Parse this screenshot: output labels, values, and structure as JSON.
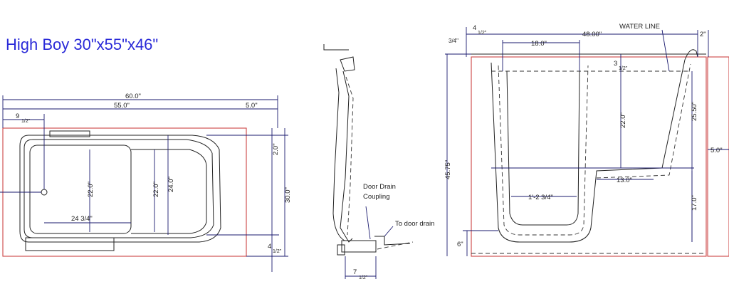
{
  "title": "High Boy 30\"x55\"x46\"",
  "plan_view": {
    "dims": {
      "overall_length": "60.0\"",
      "inner_length": "55.0\"",
      "drain_offset_whole": "9",
      "drain_offset_frac": "1/2\"",
      "end_deck": "5.0\"",
      "top_rim": "2.0\"",
      "depth_total": "30.0\"",
      "seat_width": "22.0\"",
      "basin_width": "22.0\"",
      "inner_width": "24.0\"",
      "seat_length": "24 3/4\"",
      "bottom_rim_whole": "4",
      "bottom_rim_frac": "1/2\""
    }
  },
  "side_view": {
    "labels": {
      "door_drain": "Door Drain",
      "coupling": "Coupling",
      "to_door_drain": "To door drain"
    },
    "dims": {
      "width_whole": "7",
      "width_frac": "1/2\""
    }
  },
  "elevation_view": {
    "labels": {
      "water_line": "WATER LINE"
    },
    "dims": {
      "left_margin_whole": "4",
      "left_margin_frac": "1/2\"",
      "left_small": "3/4\"",
      "overall_length": "48.00\"",
      "right_margin": "2\"",
      "door_opening": "18.0\"",
      "waterline_drop_whole": "3",
      "waterline_drop_frac": "1/2\"",
      "door_height": "22.0\"",
      "water_depth": "25.50\"",
      "total_height": "45.75\"",
      "end_thickness": "5.0\"",
      "step_length": "13.0\"",
      "door_base": "1'-2 3/4\"",
      "seat_height": "17.0\"",
      "base_height": "6\""
    }
  }
}
